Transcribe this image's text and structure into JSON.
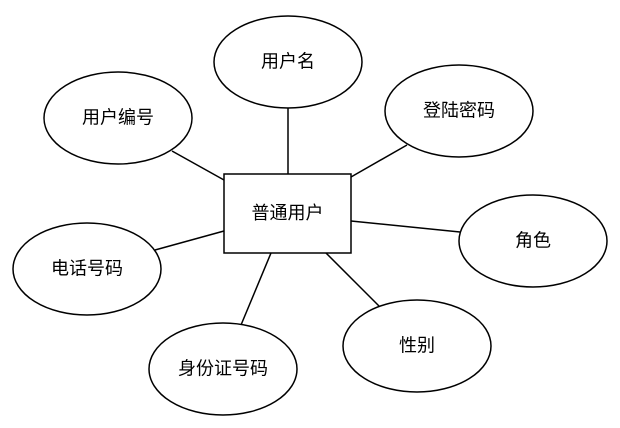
{
  "entity": {
    "label": "普通用户"
  },
  "attributes": [
    {
      "id": "username",
      "label": "用户名"
    },
    {
      "id": "user-id",
      "label": "用户编号"
    },
    {
      "id": "password",
      "label": "登陆密码"
    },
    {
      "id": "role",
      "label": "角色"
    },
    {
      "id": "phone",
      "label": "电话号码"
    },
    {
      "id": "gender",
      "label": "性别"
    },
    {
      "id": "id-number",
      "label": "身份证号码"
    }
  ]
}
